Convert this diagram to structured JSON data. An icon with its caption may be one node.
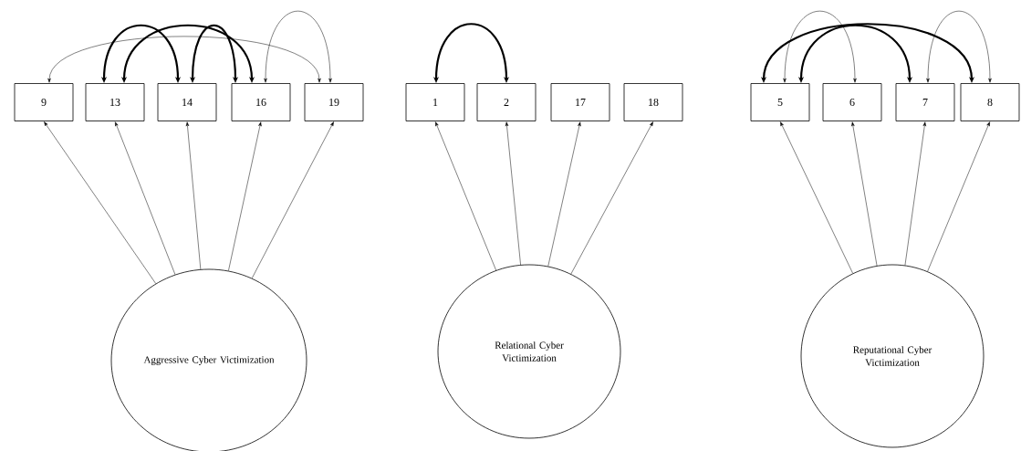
{
  "diagram": {
    "nodes": [
      {
        "text": [
          "9"
        ]
      },
      {
        "text": [
          "13"
        ]
      },
      {
        "text": [
          "14"
        ]
      },
      {
        "text": [
          "16"
        ]
      },
      {
        "text": [
          "19"
        ]
      },
      {
        "text": [
          "1"
        ]
      },
      {
        "text": [
          "2"
        ]
      },
      {
        "text": [
          "17"
        ]
      },
      {
        "text": [
          "18"
        ]
      },
      {
        "text": [
          "5"
        ]
      },
      {
        "text": [
          "6"
        ]
      },
      {
        "text": [
          "7"
        ]
      },
      {
        "text": [
          "8"
        ]
      },
      {
        "text": [
          "Aggressive Cyber Victimization"
        ]
      },
      {
        "text": [
          "Relational Cyber Victimization"
        ]
      },
      {
        "text": [
          "Reputational Cyber Victimization"
        ]
      }
    ],
    "edges": [
      {
        "from": 1,
        "to": 2,
        "arrow": "both",
        "style": "thick"
      },
      {
        "from": 1,
        "to": 3,
        "arrow": "both",
        "style": "thick"
      },
      {
        "from": 2,
        "to": 3,
        "arrow": "both",
        "style": "thick"
      },
      {
        "from": 0,
        "to": 4,
        "arrow": "both"
      },
      {
        "from": 3,
        "to": 4,
        "arrow": "both"
      },
      {
        "from": 5,
        "to": 6,
        "arrow": "both",
        "style": "thick"
      },
      {
        "from": 9,
        "to": 10,
        "arrow": "both"
      },
      {
        "from": 9,
        "to": 11,
        "arrow": "both",
        "style": "thick"
      },
      {
        "from": 9,
        "to": 12,
        "arrow": "both",
        "style": "thick"
      },
      {
        "from": 11,
        "to": 12,
        "arrow": "both"
      },
      {
        "from": 13,
        "to": 0,
        "arrow": "to"
      },
      {
        "from": 13,
        "to": 1,
        "arrow": "to"
      },
      {
        "from": 13,
        "to": 2,
        "arrow": "to"
      },
      {
        "from": 13,
        "to": 3,
        "arrow": "to"
      },
      {
        "from": 13,
        "to": 4,
        "arrow": "to"
      },
      {
        "from": 14,
        "to": 5,
        "arrow": "to"
      },
      {
        "from": 14,
        "to": 6,
        "arrow": "to"
      },
      {
        "from": 14,
        "to": 7,
        "arrow": "to"
      },
      {
        "from": 14,
        "to": 8,
        "arrow": "to"
      },
      {
        "from": 15,
        "to": 9,
        "arrow": "to"
      },
      {
        "from": 15,
        "to": 10,
        "arrow": "to"
      },
      {
        "from": 15,
        "to": 11,
        "arrow": "to"
      },
      {
        "from": 15,
        "to": 12,
        "arrow": "to"
      }
    ]
  }
}
